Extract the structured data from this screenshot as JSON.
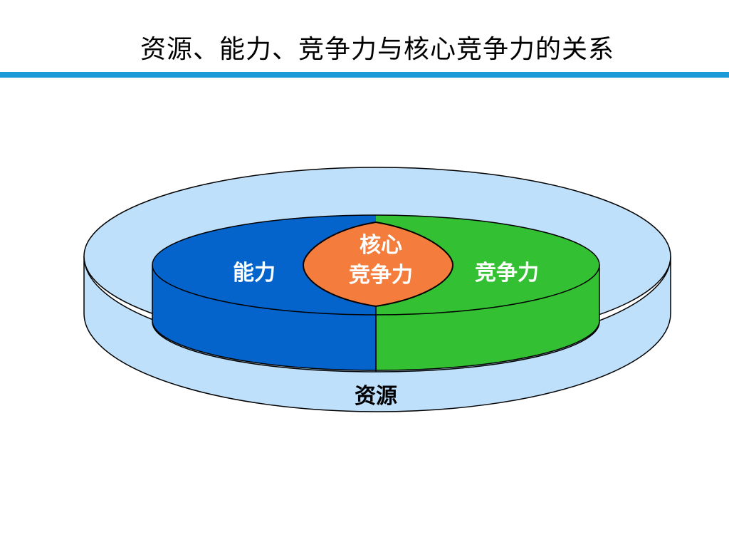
{
  "slide": {
    "title": "资源、能力、竞争力与核心竞争力的关系"
  },
  "diagram": {
    "outer_label": "资源",
    "left_label": "能力",
    "right_label": "竞争力",
    "center_label_line1": "核心",
    "center_label_line2": "竞争力"
  },
  "colors": {
    "title_rule": "#1a9ad6",
    "resource_fill": "#bfe0fb",
    "ability_fill": "#0563cc",
    "competitiveness_fill": "#33c033",
    "core_fill": "#f47c3c",
    "outline": "#000000"
  }
}
